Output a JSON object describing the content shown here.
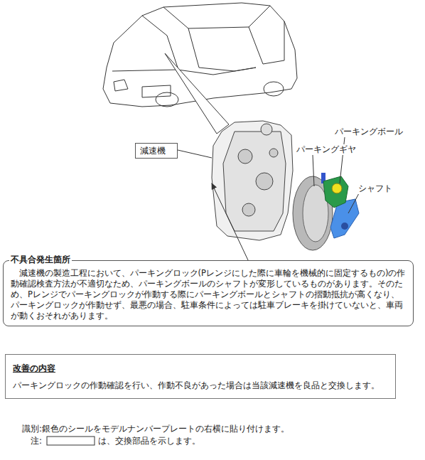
{
  "diagram": {
    "nodes": [
      {
        "text": [
          "減速機"
        ]
      },
      {
        "text": [
          "不具合発生箇所",
          "減速機の製造工程において、パーキングロック(Pレンジにした際に車輪を機械的に固定するもの)の作動確認検査方法が不適切なため、パーキングボールのシャフトが変形しているものがあります。そのため、Pレンジでパーキングロックが作動する際にパーキングボールとシャフトの摺動抵抗が高くなり、パーキングロックが作動せず、最悪の場合、駐車条件によっては駐車ブレーキを掛けていないと、車両が動くおそれがあります。"
        ]
      },
      {
        "text": [
          "改善の内容",
          "パーキングロックの作動確認を行い、作動不良があった場合は当該減速機を良品と交換します。"
        ]
      }
    ],
    "labels": [
      "パーキングボール",
      "パーキングギヤ",
      "シャフト",
      "識別:銀色のシールをモデルナンバープレートの右横に貼り付けます。",
      "注:",
      "は、交換部品を示します。"
    ]
  }
}
